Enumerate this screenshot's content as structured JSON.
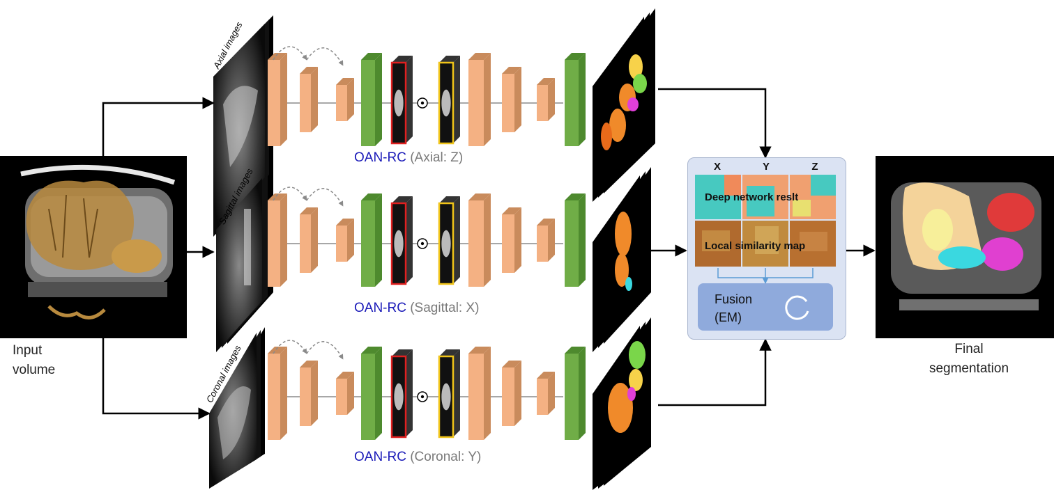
{
  "labels": {
    "input_line1": "Input",
    "input_line2": "volume",
    "final_line1": "Final",
    "final_line2": "segmentation"
  },
  "networks": [
    {
      "tag": "OAN-RC",
      "view": "(Axial: Z)",
      "slice_label": "Axial images"
    },
    {
      "tag": "OAN-RC",
      "view": "(Sagittal: X)",
      "slice_label": "Sagittal images"
    },
    {
      "tag": "OAN-RC",
      "view": "(Coronal: Y)",
      "slice_label": "Coronal images"
    }
  ],
  "fusion": {
    "columns": [
      "X",
      "Y",
      "Z"
    ],
    "row1_label": "Deep network reslt",
    "row2_label": "Local similarity map",
    "box_line1": "Fusion",
    "box_line2": "(EM)"
  },
  "colors": {
    "encoder_block": "#f4b183",
    "encoder_block_dark": "#c98b5c",
    "green_block": "#70ad47",
    "attention_red": "#e02020",
    "attention_yellow": "#f0c419",
    "fusion_panel": "#dbe3f3",
    "fusion_box": "#8faadc",
    "caption_tag": "#1a1ab8",
    "caption_view": "#7a7a7a"
  }
}
